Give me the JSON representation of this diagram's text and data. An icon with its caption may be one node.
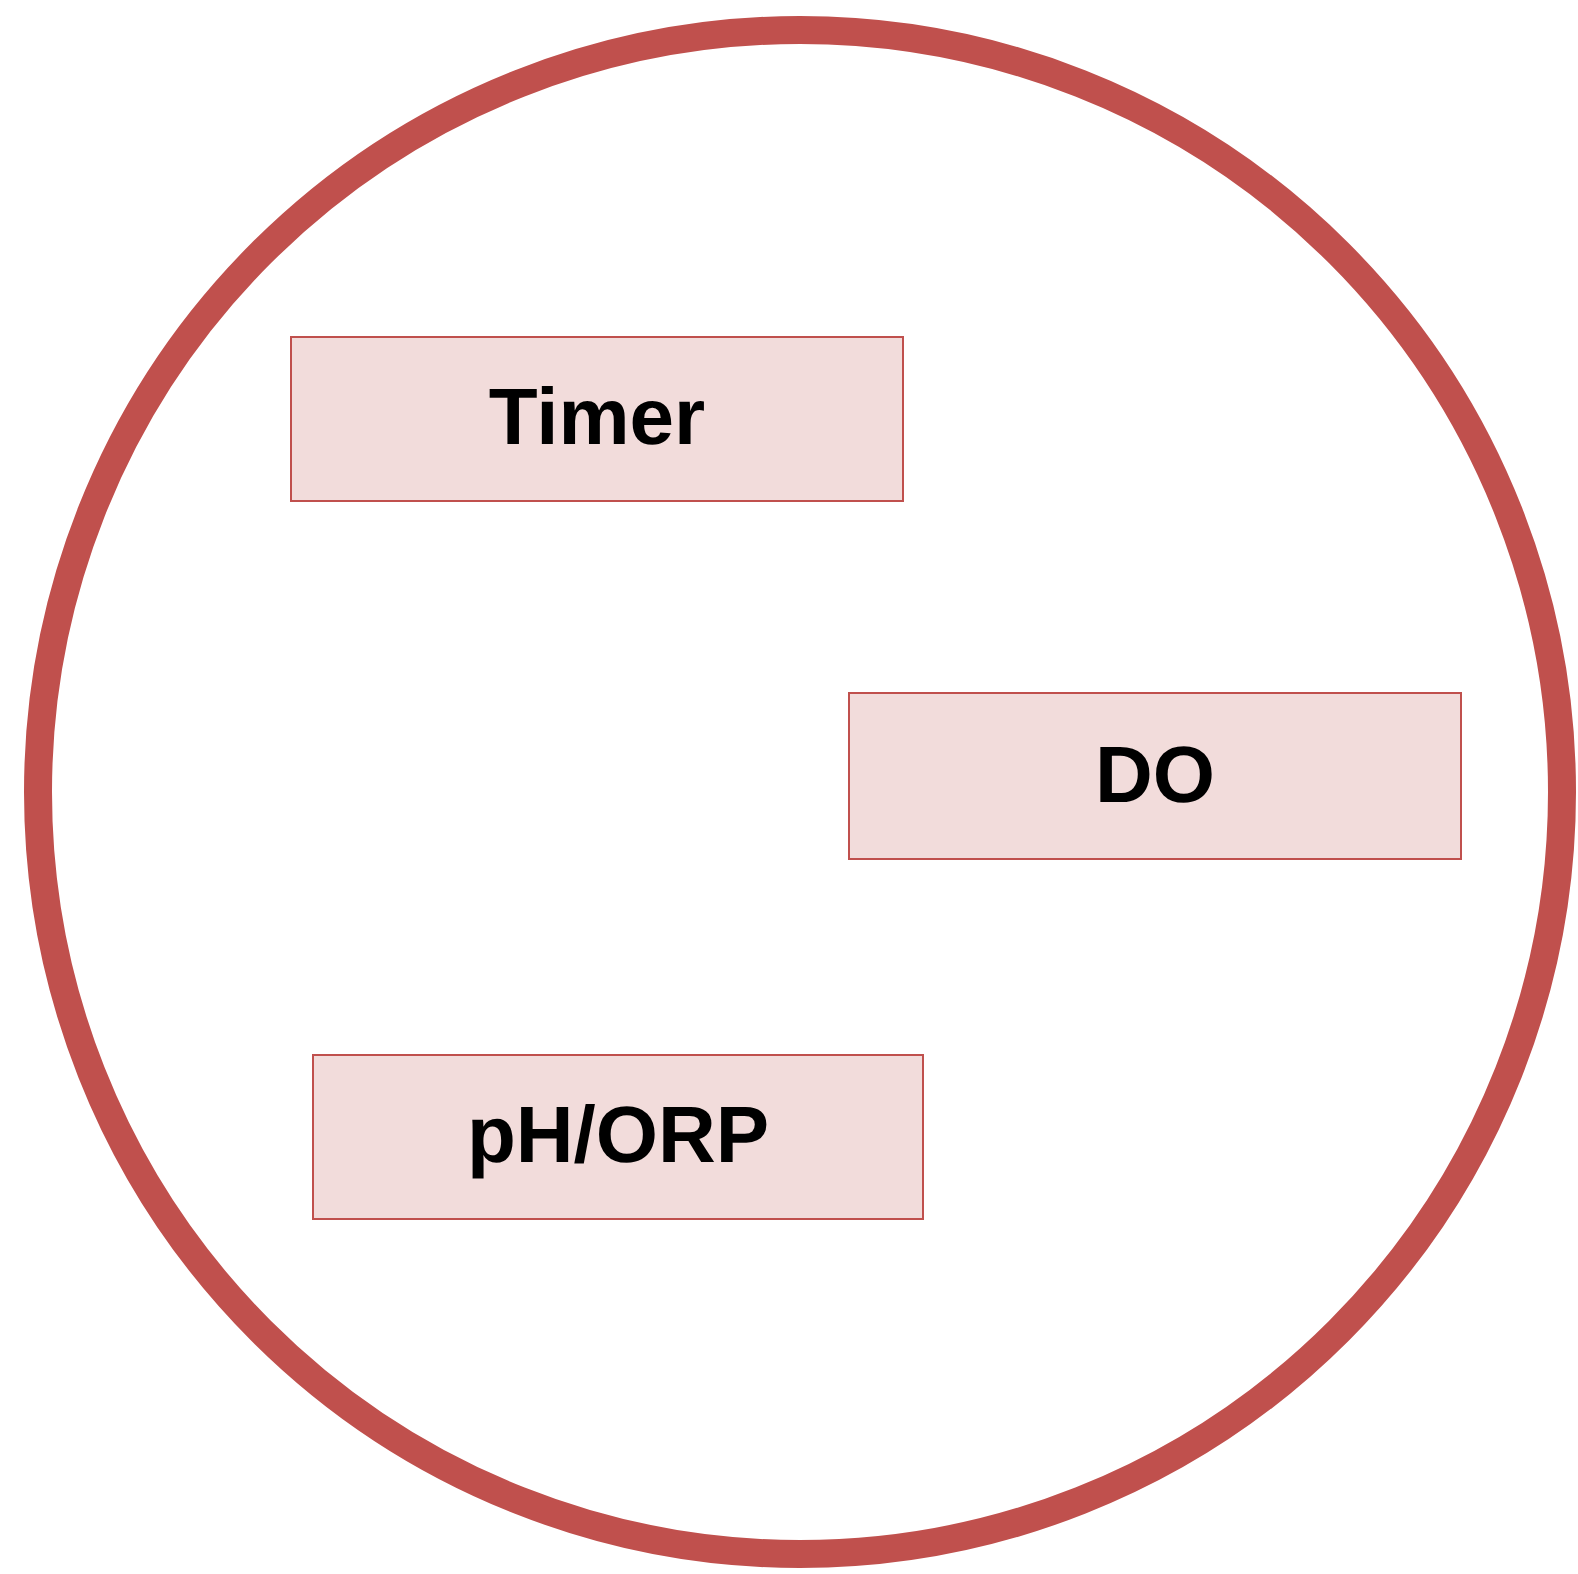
{
  "diagram": {
    "nodes": [
      {
        "text": [],
        "shape": "circle"
      },
      {
        "text": [
          "Timer"
        ],
        "in": 0
      },
      {
        "text": [
          "DO"
        ],
        "in": 0
      },
      {
        "text": [
          "pH/ORP"
        ],
        "in": 0
      }
    ]
  }
}
